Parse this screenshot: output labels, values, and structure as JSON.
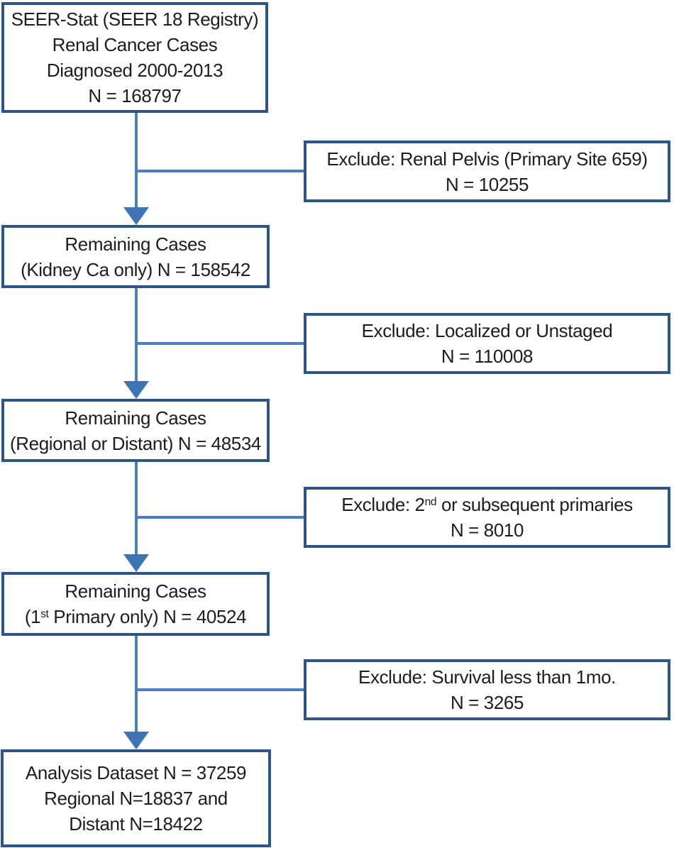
{
  "colors": {
    "box_border": "#2d5685",
    "connector": "#4b7ec0",
    "arrow_fill": "#3e74b6",
    "text": "#1d1d1d",
    "background": "#ffffff"
  },
  "flow": {
    "boxes": {
      "source": {
        "lines": [
          "SEER-Stat (SEER 18 Registry)",
          "Renal Cancer Cases",
          "Diagnosed 2000-2013",
          "N = 168797"
        ]
      },
      "exclude_renal_pelvis": {
        "lines": [
          "Exclude: Renal Pelvis (Primary Site 659)",
          "N = 10255"
        ]
      },
      "remaining_kidney": {
        "lines": [
          "Remaining Cases",
          "(Kidney Ca only) N = 158542"
        ]
      },
      "exclude_localized_unstaged": {
        "lines": [
          "Exclude: Localized or Unstaged",
          "N = 110008"
        ]
      },
      "remaining_regional_distant": {
        "lines": [
          "Remaining Cases",
          "(Regional or Distant) N = 48534"
        ]
      },
      "exclude_subsequent_primaries": {
        "line1_segments": [
          {
            "t": "Exclude: 2"
          },
          {
            "t": "nd",
            "sup": true
          },
          {
            "t": " or subsequent primaries"
          }
        ],
        "line2": "N = 8010"
      },
      "remaining_first_primary": {
        "line1": "Remaining Cases",
        "line2_segments": [
          {
            "t": "(1"
          },
          {
            "t": "st",
            "sup": true
          },
          {
            "t": " Primary only) N = 40524"
          }
        ]
      },
      "exclude_survival": {
        "lines": [
          "Exclude: Survival less than 1mo.",
          "N = 3265"
        ]
      },
      "analysis_dataset": {
        "lines": [
          "Analysis Dataset N = 37259",
          "Regional N=18837 and",
          "Distant N=18422"
        ]
      }
    }
  }
}
